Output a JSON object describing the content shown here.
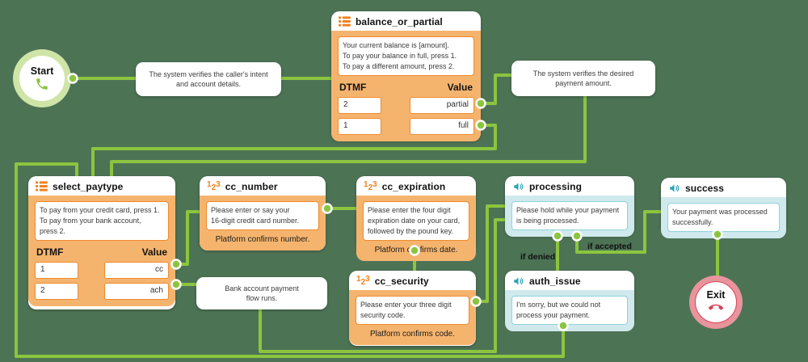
{
  "palette": {
    "background": "#4d7355",
    "connector_green": "#8bc53f",
    "node_orange_body": "#f5b46e",
    "orange_border": "#ee8a2d",
    "icon_orange": "#f0811f",
    "teal_body": "#cfe9ed",
    "icon_teal": "#29a3b2",
    "start_ring_green": "#cfe5a7",
    "exit_ring_red": "#e9949c",
    "exit_icon_red": "#d84355"
  },
  "start": {
    "label": "Start",
    "icon": "phone-call-icon"
  },
  "exit": {
    "label": "Exit",
    "icon": "phone-hangup-icon"
  },
  "callouts": {
    "verify_intent": "The system verifies the caller's intent\nand account details.",
    "verify_amount": "The system verifies the desired\npayment amount.",
    "bank_flow": "Bank account payment\nflow runs."
  },
  "edge_labels": {
    "denied": "if denied",
    "accepted": "if accepted"
  },
  "nodes": {
    "balance_or_partial": {
      "title": "balance_or_partial",
      "icon": "menu-list-icon",
      "prompt": "Your current balance is [amount].\nTo pay your balance in full, press 1.\nTo pay a different amount, press 2.",
      "dtmf_header": "DTMF",
      "value_header": "Value",
      "rows": [
        {
          "dtmf": "2",
          "value": "partial"
        },
        {
          "dtmf": "1",
          "value": "full"
        }
      ]
    },
    "select_paytype": {
      "title": "select_paytype",
      "icon": "menu-list-icon",
      "prompt": "To pay from your credit card, press 1.\nTo pay from your bank account,\npress 2.",
      "dtmf_header": "DTMF",
      "value_header": "Value",
      "rows": [
        {
          "dtmf": "1",
          "value": "cc"
        },
        {
          "dtmf": "2",
          "value": "ach"
        }
      ]
    },
    "cc_number": {
      "title": "cc_number",
      "icon": "dtmf-123-icon",
      "prompt": "Please enter or say your\n16-digit credit card number.",
      "caption": "Platform confirms number."
    },
    "cc_expiration": {
      "title": "cc_expiration",
      "icon": "dtmf-123-icon",
      "prompt": "Please enter the four digit\nexpiration date on your card,\nfollowed by the pound key.",
      "caption": "Platform confirms date."
    },
    "cc_security": {
      "title": "cc_security",
      "icon": "dtmf-123-icon",
      "prompt": "Please enter your three digit\nsecurity code.",
      "caption": "Platform confirms code."
    },
    "processing": {
      "title": "processing",
      "icon": "speaker-icon",
      "prompt": "Please hold while your payment\nis being processed."
    },
    "success": {
      "title": "success",
      "icon": "speaker-icon",
      "prompt": "Your payment was processed\nsuccessfully."
    },
    "auth_issue": {
      "title": "auth_issue",
      "icon": "speaker-icon",
      "prompt": "I'm sorry, but we could not\nprocess your payment."
    }
  }
}
